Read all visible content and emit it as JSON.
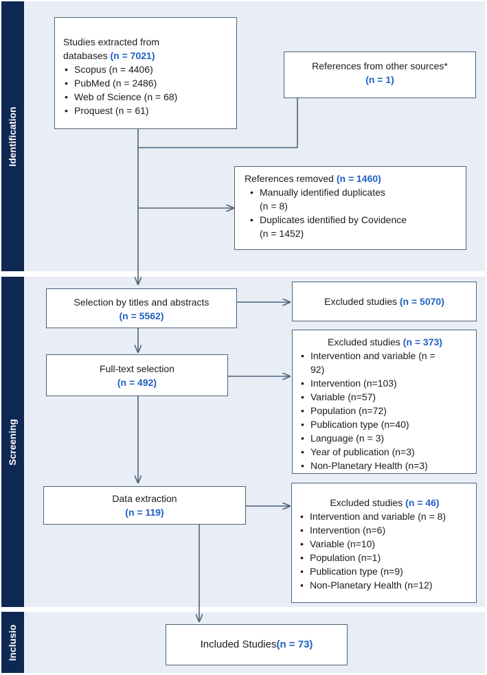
{
  "colors": {
    "rail": "#0f2753",
    "panel": "#e8edf6",
    "accent": "#1f5fc2",
    "connector": "#4a6278"
  },
  "phases": {
    "identification": "Identification",
    "screening": "Screening",
    "inclusion": "Inclusio"
  },
  "databases": {
    "title_a": "Studies extracted from",
    "title_b": "databases",
    "count": "(n = 7021)",
    "items": [
      "Scopus (n = 4406)",
      "PubMed (n = 2486)",
      "Web of Science (n = 68)",
      "Proquest (n = 61)"
    ]
  },
  "other_sources": {
    "title": "References from other sources*",
    "count": "(n = 1)"
  },
  "removed": {
    "title": "References removed",
    "count": "(n = 1460)",
    "items": [
      {
        "line1": "Manually identified duplicates",
        "line2": "(n = 8)"
      },
      {
        "line1": "Duplicates identified by Covidence",
        "line2": "(n = 1452)"
      }
    ]
  },
  "titles_abstracts": {
    "title": "Selection by titles and abstracts",
    "count": "(n = 5562)"
  },
  "excluded_1": {
    "title": "Excluded studies",
    "count": "(n = 5070)"
  },
  "full_text": {
    "title": "Full-text selection",
    "count": "(n = 492)"
  },
  "excluded_2": {
    "title": "Excluded studies",
    "count": "(n = 373)",
    "items": [
      {
        "line1": "Intervention and variable (n =",
        "line2": "92)"
      },
      {
        "line1": "Intervention (n=103)"
      },
      {
        "line1": "Variable (n=57)"
      },
      {
        "line1": "Population (n=72)"
      },
      {
        "line1": "Publication type (n=40)"
      },
      {
        "line1": "Language (n = 3)"
      },
      {
        "line1": "Year of publication (n=3)"
      },
      {
        "line1": "Non-Planetary Health (n=3)"
      }
    ]
  },
  "data_extraction": {
    "title": "Data extraction",
    "count": "(n = 119)"
  },
  "excluded_3": {
    "title": "Excluded studies",
    "count": "(n = 46)",
    "items": [
      "Intervention and variable (n = 8)",
      "Intervention (n=6)",
      "Variable (n=10)",
      "Population (n=1)",
      "Publication type (n=9)",
      "Non-Planetary Health (n=12)"
    ]
  },
  "included": {
    "title": "Included Studies",
    "count": "(n = 73)"
  }
}
